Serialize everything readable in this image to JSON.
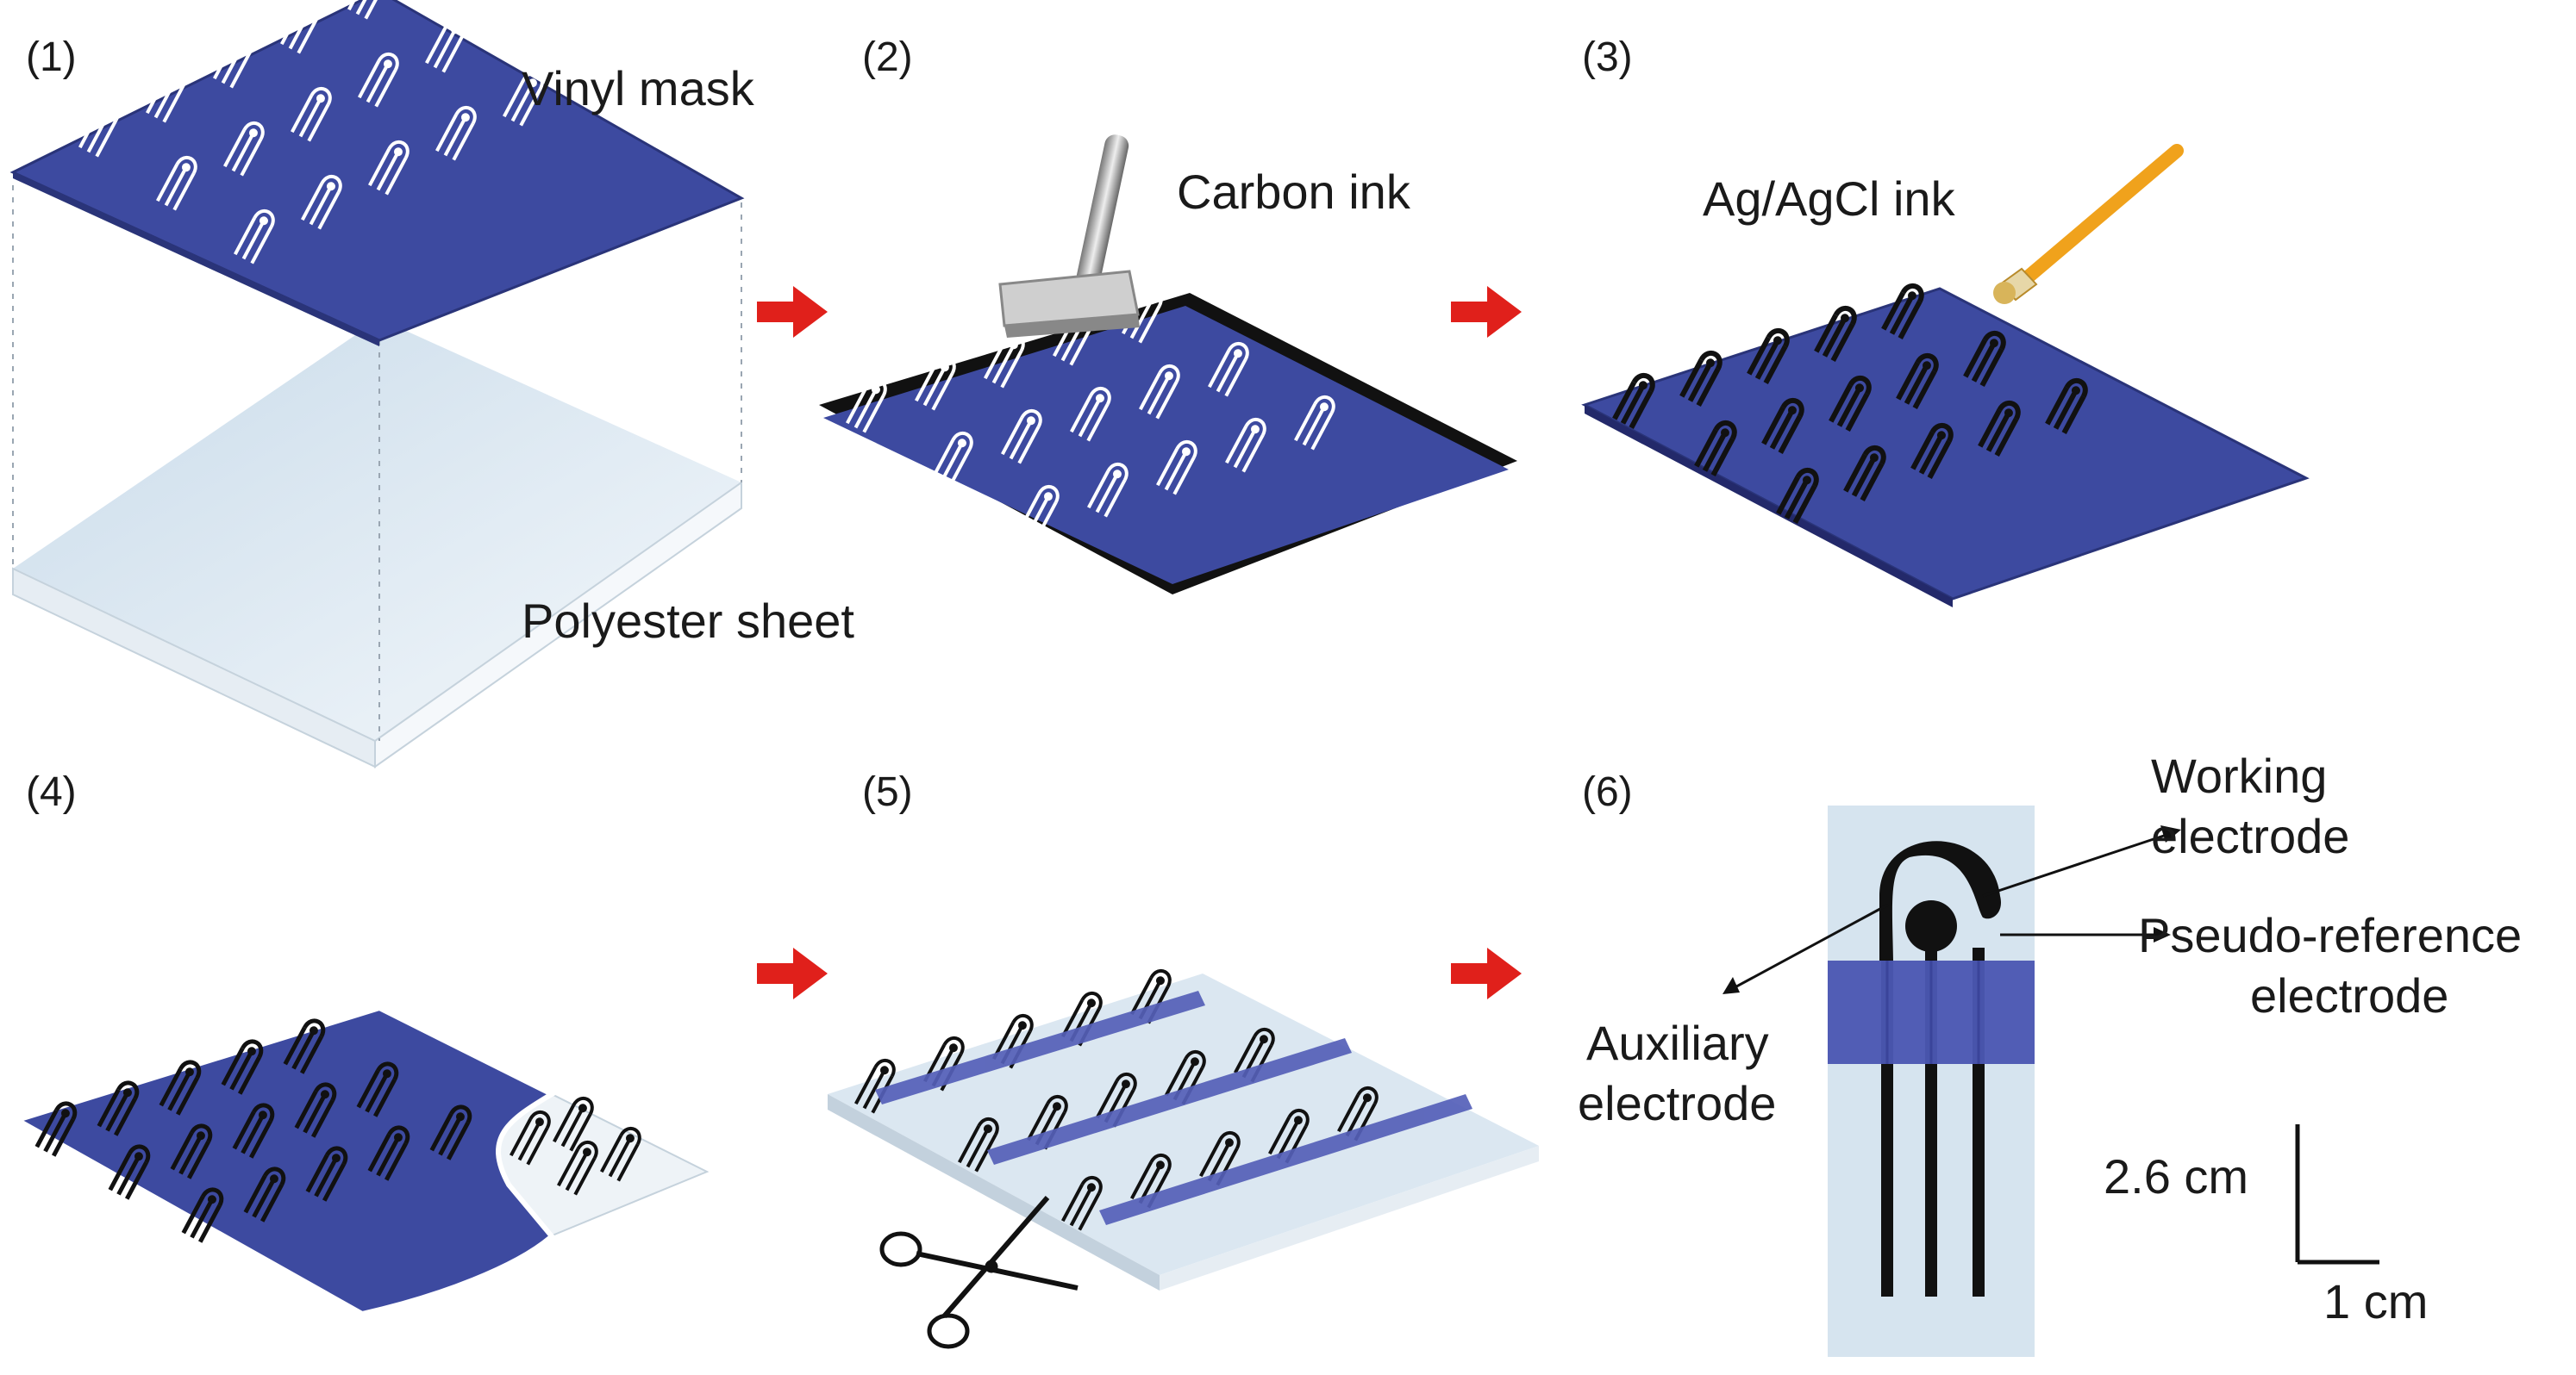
{
  "steps": [
    {
      "number": "(1)",
      "labels": [
        "Vinyl mask",
        "Polyester sheet"
      ]
    },
    {
      "number": "(2)",
      "labels": [
        "Carbon ink"
      ]
    },
    {
      "number": "(3)",
      "labels": [
        "Ag/AgCl ink"
      ]
    },
    {
      "number": "(4)",
      "labels": []
    },
    {
      "number": "(5)",
      "labels": []
    },
    {
      "number": "(6)",
      "labels": []
    }
  ],
  "electrode": {
    "working": [
      "Working",
      "electrode"
    ],
    "pseudo_reference": [
      "Pseudo-reference",
      "electrode"
    ],
    "auxiliary": [
      "Auxiliary",
      "electrode"
    ],
    "scale_vertical": "2.6 cm",
    "scale_horizontal": "1 cm"
  },
  "colors": {
    "mask": "#3d4aa0",
    "mask_dark": "#2a3479",
    "sheet": "#dbe7f1",
    "sheet_side": "#eef3f7",
    "ink": "#111111",
    "arrow": "#e0201b",
    "brush": "#f0a21c"
  }
}
